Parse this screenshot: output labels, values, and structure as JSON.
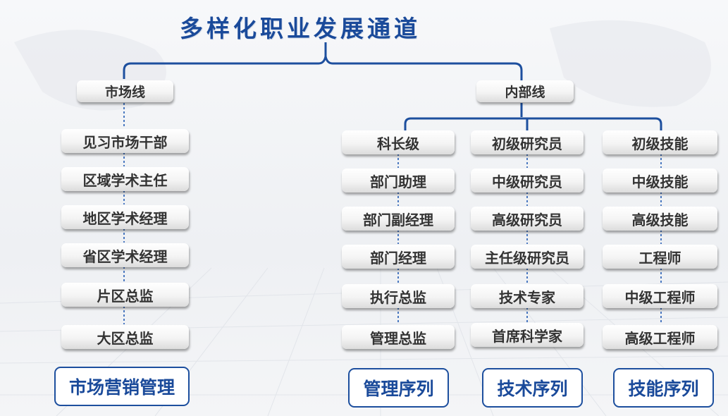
{
  "title": "多样化职业发展通道",
  "branches": {
    "market": "市场线",
    "internal": "内部线"
  },
  "market_line": [
    "见习市场干部",
    "区域学术主任",
    "地区学术经理",
    "省区学术经理",
    "片区总监",
    "大区总监"
  ],
  "management": [
    "科长级",
    "部门助理",
    "部门副经理",
    "部门经理",
    "执行总监",
    "管理总监"
  ],
  "technical": [
    "初级研究员",
    "中级研究员",
    "高级研究员",
    "主任级研究员",
    "技术专家",
    "首席科学家"
  ],
  "skill": [
    "初级技能",
    "中级技能",
    "高级技能",
    "工程师",
    "中级工程师",
    "高级工程师"
  ],
  "sequences": {
    "market": "市场营销管理",
    "management": "管理序列",
    "technical": "技术序列",
    "skill": "技能序列"
  },
  "colors": {
    "accent": "#1d4f9e",
    "title": "#1a4a9a",
    "box_text": "#333333"
  }
}
